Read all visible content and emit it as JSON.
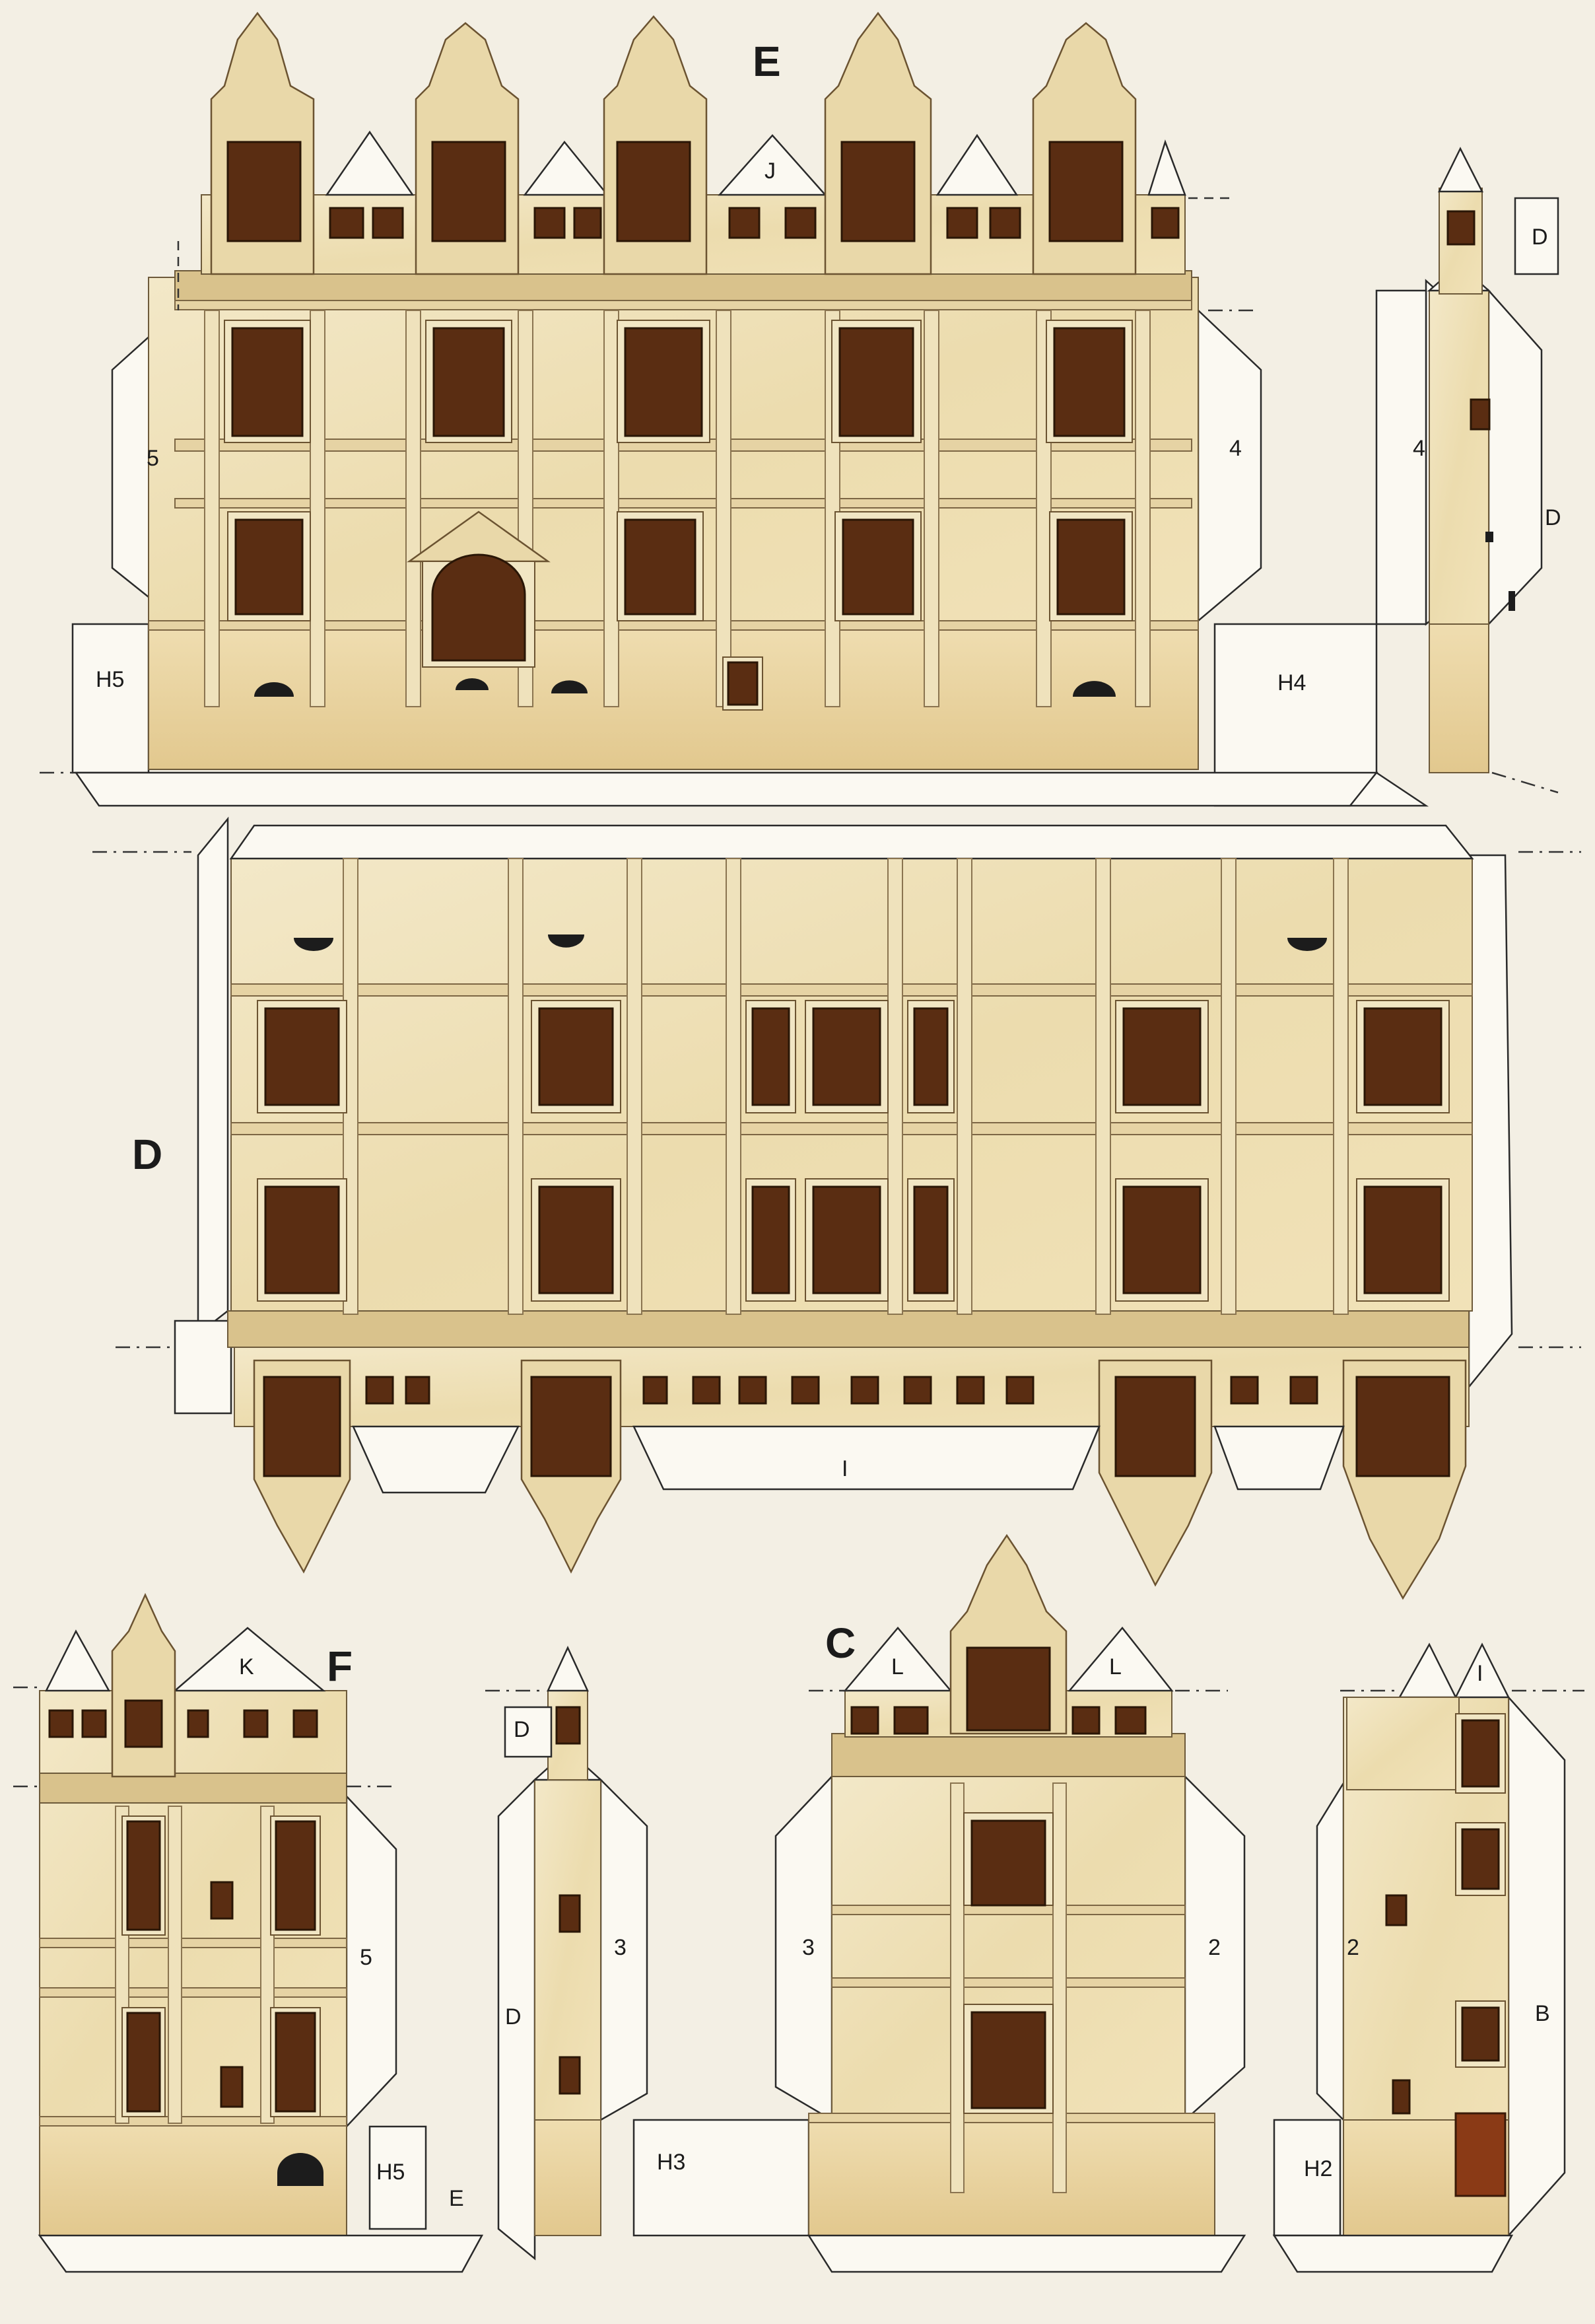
{
  "labels": {
    "E": "E",
    "J": "J",
    "D_main": "D",
    "D_e_top": "D",
    "D_e_side": "D",
    "D_left_top": "D",
    "D_left_side": "D",
    "four_a": "4",
    "four_b": "4",
    "five_a": "5",
    "five_b": "5",
    "H5_a": "H5",
    "H5_b": "H5",
    "H4": "H4",
    "H3": "H3",
    "H2": "H2",
    "I_main": "I",
    "I_small": "I",
    "F": "F",
    "K": "K",
    "C": "C",
    "L_a": "L",
    "L_b": "L",
    "three_a": "3",
    "three_b": "3",
    "two_a": "2",
    "two_b": "2",
    "B": "B",
    "E_small": "E"
  },
  "colors": {
    "stone_light": "#f2e6c4",
    "stone_mid": "#e8d7a6",
    "window": "#5a2d12",
    "door": "#8a3a16",
    "paper": "#f3efe4"
  }
}
